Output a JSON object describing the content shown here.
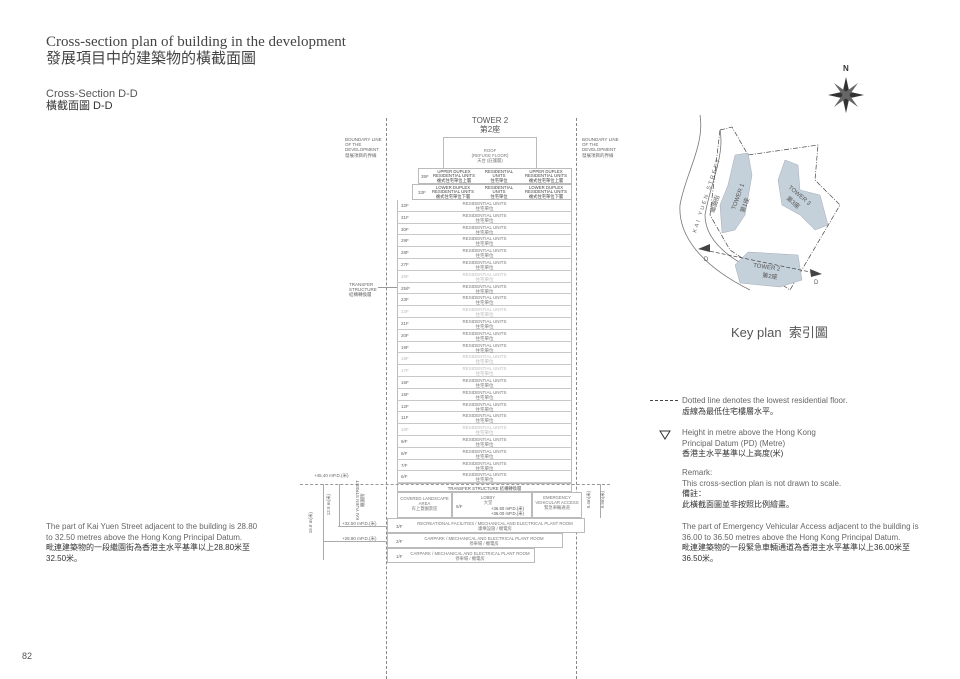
{
  "page": {
    "title_en": "Cross-section plan of building in the development",
    "title_zh": "發展項目中的建築物的橫截面圖",
    "section_en": "Cross-Section D-D",
    "section_zh": "橫截面圖 D-D",
    "page_number": "82"
  },
  "drawing": {
    "tower_en": "TOWER 2",
    "tower_zh": "第2座",
    "boundary_en": "BOUNDARY LINE OF THE DEVELOPMENT",
    "boundary_zh": "發展項目的界線",
    "roof_en": "ROOF",
    "roof_refuge": "(REFUGE FLOOR)",
    "roof_zh": "天台 (庇護層)",
    "upper": {
      "floor": "35F",
      "side_en": "UPPER DUPLEX RESIDENTIAL UNITS",
      "side_zh": "複式住宅單位上層",
      "mid_en": "RESIDENTIAL UNITS",
      "mid_zh": "住宅單位"
    },
    "lower": {
      "floor": "33F",
      "side_en": "LOWER DUPLEX RESIDENTIAL UNITS",
      "side_zh": "複式住宅單位下層",
      "mid_en": "RESIDENTIAL UNITS",
      "mid_zh": "住宅單位"
    },
    "unit_en": "RESIDENTIAL UNITS",
    "unit_zh": "住宅單位",
    "floors": [
      {
        "f": "32F"
      },
      {
        "f": "31F"
      },
      {
        "f": "30F"
      },
      {
        "f": "29F"
      },
      {
        "f": "28F"
      },
      {
        "f": "27F"
      },
      {
        "f": "26F",
        "faded": true
      },
      {
        "f": "25/F"
      },
      {
        "f": "23F"
      },
      {
        "f": "22F",
        "faded": true
      },
      {
        "f": "21F"
      },
      {
        "f": "20F"
      },
      {
        "f": "19F"
      },
      {
        "f": "18F",
        "faded": true
      },
      {
        "f": "17F",
        "faded": true
      },
      {
        "f": "16F"
      },
      {
        "f": "15F"
      },
      {
        "f": "12F"
      },
      {
        "f": "11F"
      },
      {
        "f": "10F",
        "faded": true
      },
      {
        "f": "9/F"
      },
      {
        "f": "8/F"
      },
      {
        "f": "7/F"
      },
      {
        "f": "6/F"
      }
    ],
    "transfer_side_en": "TRANSFER STRUCTURE",
    "transfer_side_zh": "結構轉換層",
    "transfer_row": "TRANSFER STRUCTURE 結構轉換層",
    "covered_en": "COVERED LANDSCAPE AREA",
    "covered_zh": "有上蓋園景區",
    "gf_floor": "5/F",
    "lobby_en": "LOBBY",
    "lobby_zh": "大堂",
    "eva_en": "EMERGENCY VEHICULAR ACCESS",
    "eva_zh": "緊急車輛通道",
    "lv_3650": "+36.50 mP.D.(米)",
    "lv_3600": "+36.00 mP.D.(米)",
    "f3": {
      "floor": "3/F",
      "text": "RECREATIONAL FACILITIES / MECHANICAL AND ELECTRICAL PLANT ROOM",
      "zh": "康樂設施 / 機電房"
    },
    "f2": {
      "floor": "2/F",
      "text": "CARPARK / MECHANICAL AND ELECTRICAL PLANT ROOM",
      "zh": "停車場 / 機電房"
    },
    "f1": {
      "floor": "1/F",
      "text": "CARPARK / MECHANICAL AND ELECTRICAL PLANT ROOM",
      "zh": "停車場 / 機電房"
    },
    "lv_4540": "+45.40 mP.D.(米)",
    "lv_3250": "+32.50 mP.D.(米)",
    "lv_2880": "+28.80 mP.D.(米)",
    "dim_168": "16.8 m(米)",
    "dim_129": "12.9 m(米)",
    "street_en": "KAI YUEN STREET",
    "street_zh": "繼園街",
    "dim_94": "9.4m(米)",
    "dim_99": "9.9m(米)"
  },
  "keyplan": {
    "north": "N",
    "street": "KAI YUEN STREET",
    "street_zh": "繼園街",
    "t1": "TOWER 1",
    "t1_zh": "第1座",
    "t2": "TOWER 2",
    "t2_zh": "第2座",
    "t3": "TOWER 3",
    "t3_zh": "第3座",
    "d": "D",
    "label": "Key plan  索引圖"
  },
  "legend": {
    "dotted_en": "Dotted line denotes the lowest residential floor.",
    "dotted_zh": "虛線為最低住宅樓層水平。",
    "height_en1": "Height in metre above the Hong Kong",
    "height_en2": "Principal Datum (PD) (Metre)",
    "height_zh": "香港主水平基準以上高度(米)",
    "remark_en": "Remark:",
    "remark_text": "This cross-section plan is not drawn to scale.",
    "remark_zh": "備註：",
    "remark_zh_text": "此橫截面圖並非按照比例繪畫。",
    "eva_en": "The part of Emergency Vehicular Access adjacent to the building is 36.00 to 36.50 metres above the Hong Kong Principal Datum.",
    "eva_zh": "毗連建築物的一段緊急車輛通道為香港主水平基準以上36.00米至36.50米。"
  },
  "left_note": {
    "en": "The part of Kai Yuen Street adjacent to the building is 28.80 to 32.50 metres above the Hong Kong Principal Datum.",
    "zh": "毗連建築物的一段繼園街為香港主水平基準以上28.80米至32.50米。"
  },
  "colors": {
    "tower": "#c5d1da",
    "text": "#333333"
  }
}
